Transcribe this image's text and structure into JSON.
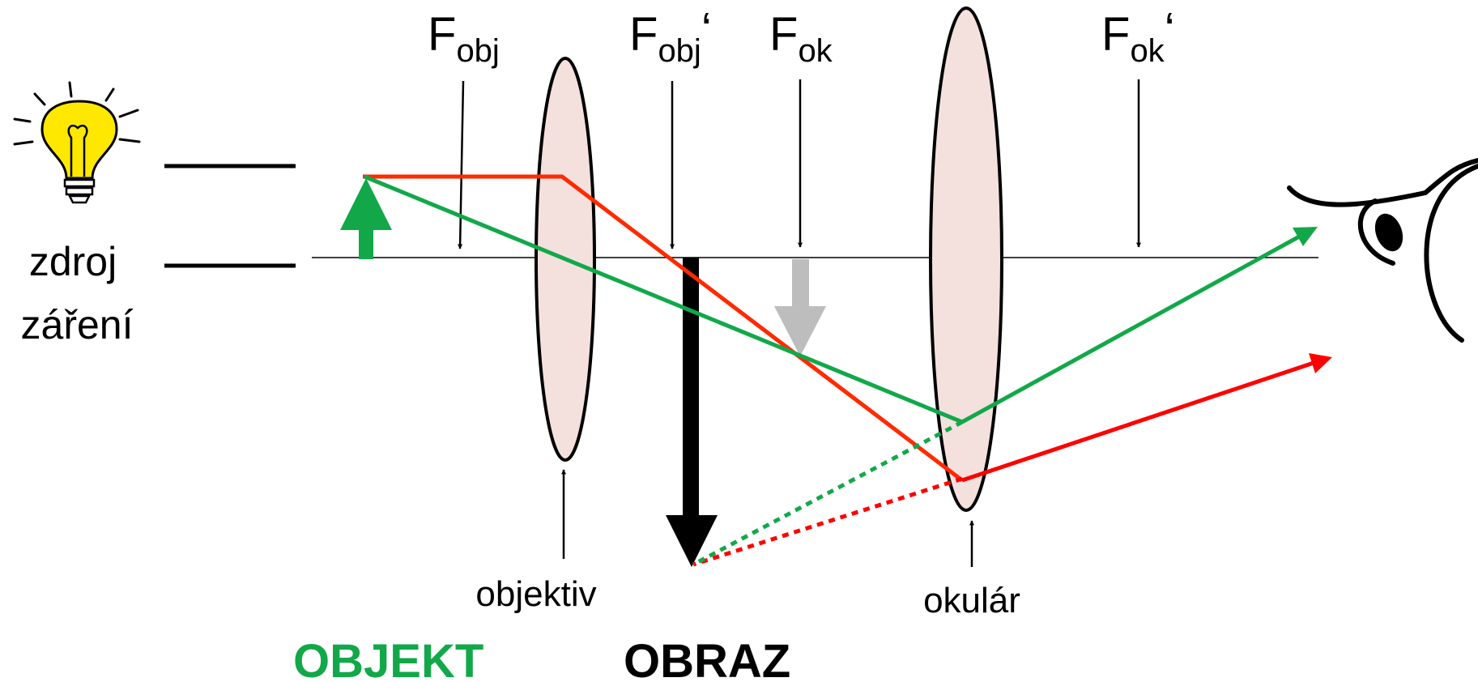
{
  "labels": {
    "f_obj_main": "F",
    "f_obj_sub": "obj",
    "f_obj_prime_main": "F",
    "f_obj_prime_sub": "obj",
    "f_obj_prime_mark": "‘",
    "f_ok_main": "F",
    "f_ok_sub": "ok",
    "f_ok_prime_main": "F",
    "f_ok_prime_sub": "ok",
    "f_ok_prime_mark": "‘",
    "source_line1": "zdroj",
    "source_line2": "záření",
    "objective": "objektiv",
    "eyepiece": "okulár",
    "object": "OBJEKT",
    "image": "OBRAZ"
  },
  "colors": {
    "object_green": "#12a84a",
    "ray_red": "#ff2a00",
    "ray_green": "#12a84a",
    "lens_fill": "#f4e1de",
    "virtual_arrow": "#bdbdbd",
    "bulb_yellow": "#ffe800",
    "image_black": "#000000"
  },
  "icons": {
    "light_source": "light-bulb-icon",
    "observer": "eye-icon"
  }
}
